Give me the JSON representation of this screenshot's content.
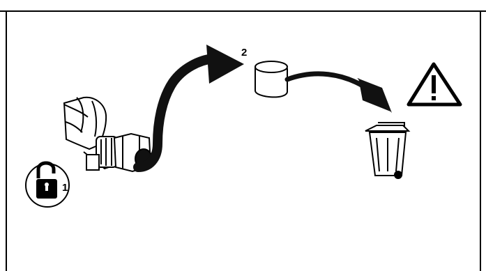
{
  "figure": {
    "step_labels": [
      "1",
      "2"
    ],
    "icons": {
      "unlock": "unlock-padlock-icon",
      "warning": "warning-triangle-icon",
      "bin": "wheelie-bin-icon",
      "wrench": "open-end-wrench",
      "fitting": "hose-fitting",
      "cap": "protective-cap"
    },
    "colors": {
      "ink": "#000000",
      "paper": "#ffffff",
      "arrow": "#111111"
    }
  }
}
